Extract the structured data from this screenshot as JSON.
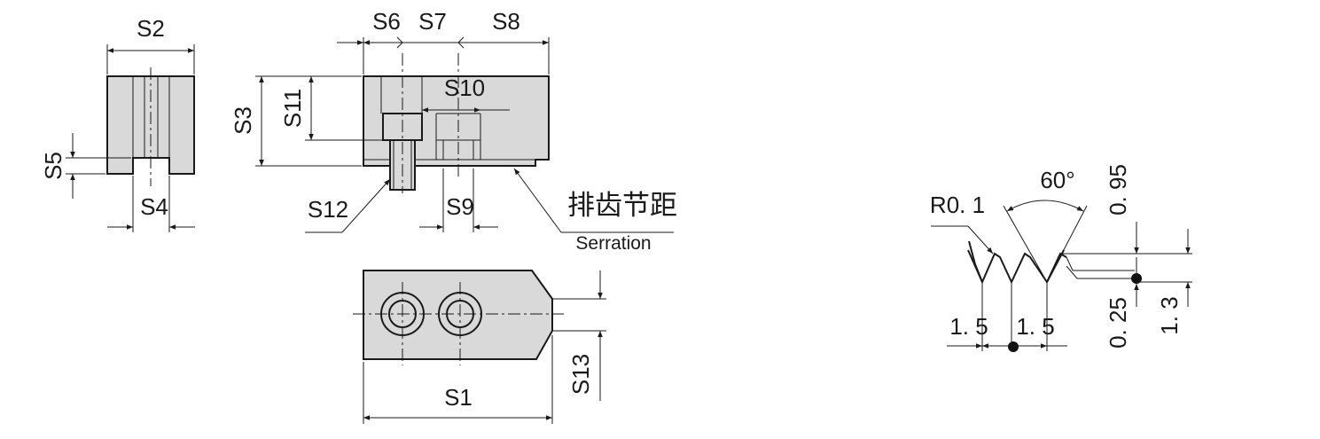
{
  "dimensions": {
    "s1": "S1",
    "s2": "S2",
    "s3": "S3",
    "s4": "S4",
    "s5": "S5",
    "s6": "S6",
    "s7": "S7",
    "s8": "S8",
    "s9": "S9",
    "s10": "S10",
    "s11": "S11",
    "s12": "S12",
    "s13": "S13"
  },
  "serration": {
    "label_cn": "排齿节距",
    "label_en": "Serration",
    "radius": "R0. 1",
    "angle": "60°",
    "height_top": "0. 95",
    "height_bottom": "0. 25",
    "total_height": "1. 3",
    "pitch_left": "1. 5",
    "pitch_right": "1. 5"
  },
  "colors": {
    "part_fill": "#d9d9d9",
    "line": "#1a1a1a"
  }
}
